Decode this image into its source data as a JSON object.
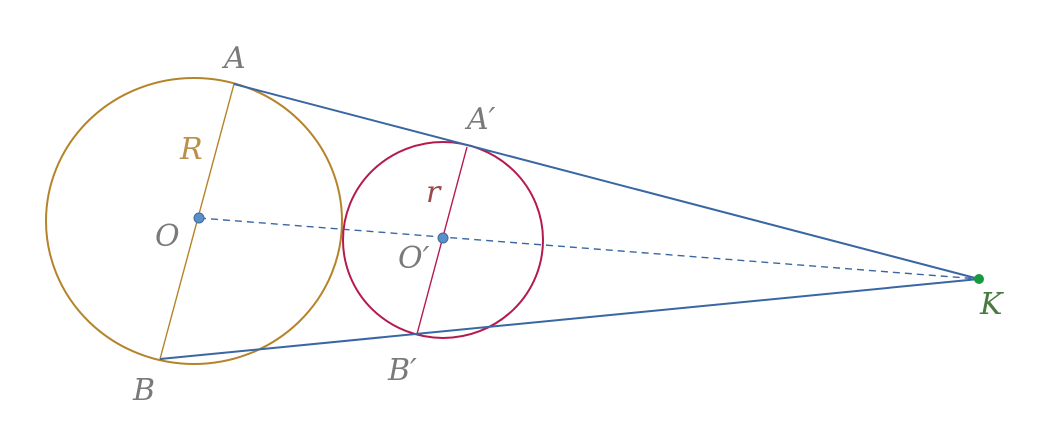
{
  "colors": {
    "big_circle": "#b5832a",
    "small_circle": "#b51a4e",
    "tangent": "#3a67a3",
    "center_point": "#5a8fc9",
    "point_k": "#169a3f",
    "label_gray": "#7a7a7a",
    "label_R": "#b9914a",
    "label_r": "#9a4a4a",
    "label_K": "#4a7a40"
  },
  "labels": {
    "A": "A",
    "A_prime": "A′",
    "B": "B",
    "B_prime": "B′",
    "O": "O",
    "O_prime": "O′",
    "R": "R",
    "r": "r",
    "K": "K"
  }
}
